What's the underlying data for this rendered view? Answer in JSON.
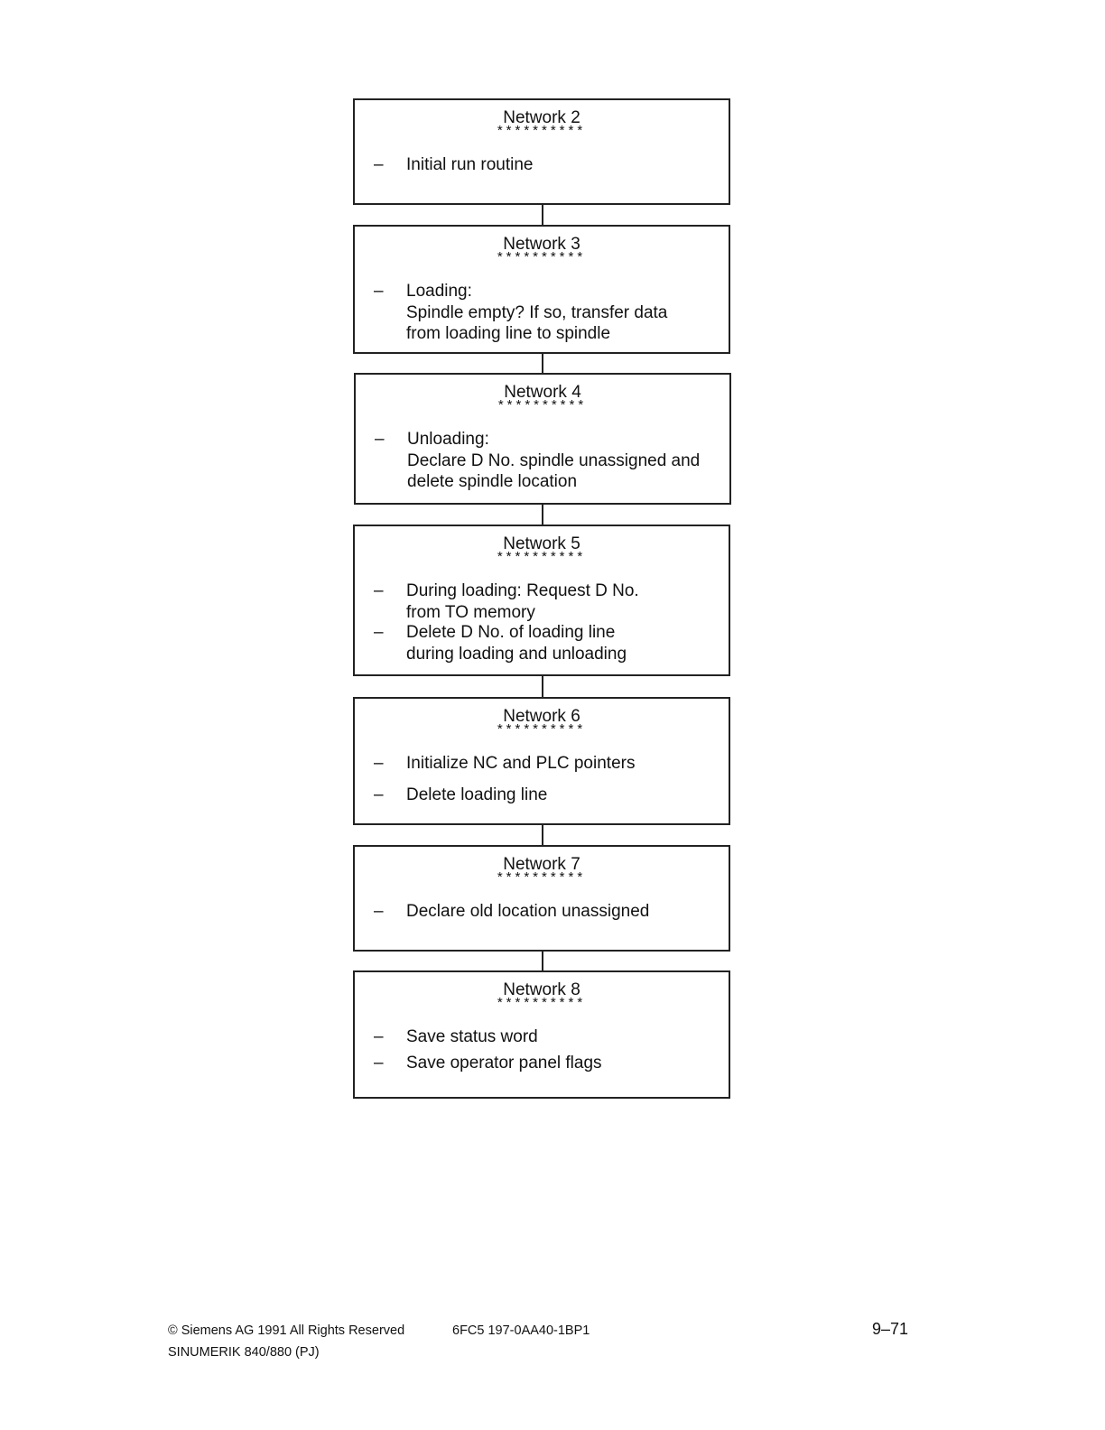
{
  "networks": [
    {
      "title": "Network 2",
      "stars": "**********",
      "items": [
        [
          "Initial run routine"
        ]
      ]
    },
    {
      "title": "Network 3",
      "stars": "**********",
      "items": [
        [
          "Loading:",
          "Spindle empty? If so, transfer data",
          "from loading line to spindle"
        ]
      ]
    },
    {
      "title": "Network 4",
      "stars": "**********",
      "items": [
        [
          "Unloading:",
          "Declare D No. spindle unassigned and",
          "delete spindle location"
        ]
      ]
    },
    {
      "title": "Network 5",
      "stars": "**********",
      "items": [
        [
          "During loading: Request D No.",
          "from TO memory"
        ],
        [
          "Delete D No. of loading line",
          "during loading and unloading"
        ]
      ]
    },
    {
      "title": "Network 6",
      "stars": "**********",
      "items": [
        [
          "Initialize NC and PLC pointers"
        ],
        [
          "Delete loading line"
        ]
      ]
    },
    {
      "title": "Network 7",
      "stars": "**********",
      "items": [
        [
          "Declare old location unassigned"
        ]
      ]
    },
    {
      "title": "Network 8",
      "stars": "**********",
      "items": [
        [
          "Save status word"
        ],
        [
          "Save operator panel flags"
        ]
      ]
    }
  ],
  "bullet": "–",
  "footer": {
    "copyright": "© Siemens AG  1991  All Rights Reserved",
    "order_number": "6FC5 197-0AA40-1BP1",
    "product": "SINUMERIK 840/880 (PJ)",
    "page_number": "9–71"
  }
}
